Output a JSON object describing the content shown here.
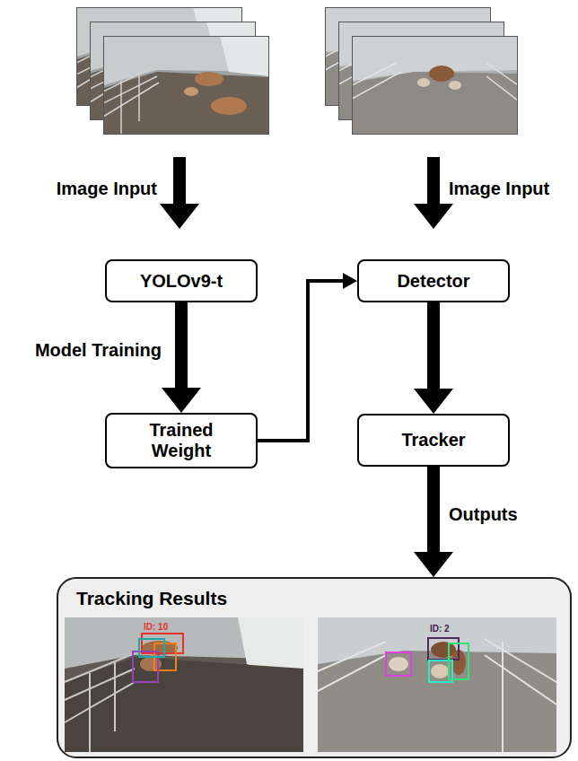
{
  "diagram": {
    "nodes": [
      {
        "text": [
          "YOLOv9-t"
        ]
      },
      {
        "text": [
          "Detector"
        ]
      },
      {
        "text": [
          "Trained Weight"
        ]
      },
      {
        "text": [
          "Tracker"
        ]
      },
      {
        "text": [
          "Tracking Results"
        ]
      }
    ],
    "edges": [
      {
        "from": 0,
        "to": 2,
        "arrow": "to",
        "label": "Model Training"
      },
      {
        "from": 2,
        "to": 1,
        "arrow": "to"
      },
      {
        "from": 1,
        "to": 3,
        "arrow": "to"
      },
      {
        "from": 3,
        "to": 4,
        "arrow": "to",
        "label": "Outputs"
      }
    ],
    "labels": [
      "Image Input",
      "Image Input",
      "ID: 10",
      "ID: 2"
    ]
  }
}
